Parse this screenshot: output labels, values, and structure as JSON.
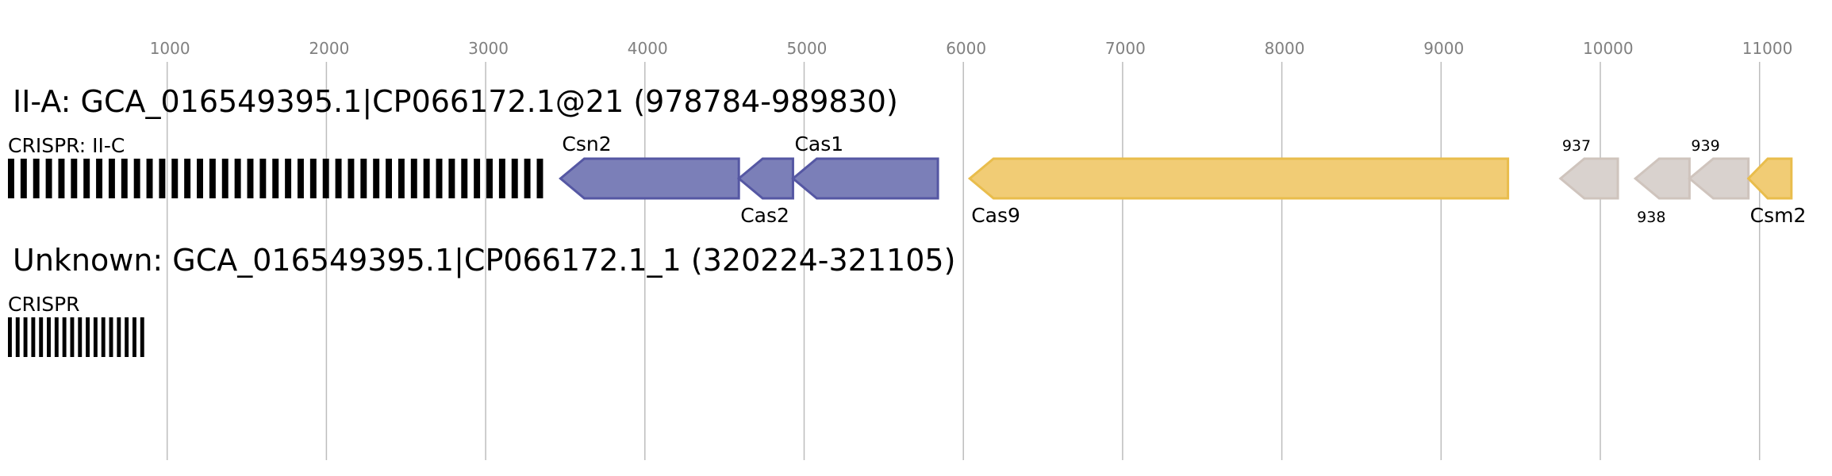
{
  "axis": {
    "ticks": [
      {
        "value": 1000,
        "label": "1000"
      },
      {
        "value": 2000,
        "label": "2000"
      },
      {
        "value": 3000,
        "label": "3000"
      },
      {
        "value": 4000,
        "label": "4000"
      },
      {
        "value": 5000,
        "label": "5000"
      },
      {
        "value": 6000,
        "label": "6000"
      },
      {
        "value": 7000,
        "label": "7000"
      },
      {
        "value": 8000,
        "label": "8000"
      },
      {
        "value": 9000,
        "label": "9000"
      },
      {
        "value": 10000,
        "label": "10000"
      },
      {
        "value": 11000,
        "label": "11000"
      }
    ]
  },
  "colors": {
    "purple_fill": "#7b7fb8",
    "purple_stroke": "#5557a3",
    "yellow_fill": "#f1cc75",
    "yellow_stroke": "#e9bd4c",
    "gray_fill": "#d9d2ce",
    "gray_stroke": "#cfc4bd",
    "grid": "#bdbdbd",
    "crispr": "#000000"
  },
  "loci": [
    {
      "title": "II-A: GCA_016549395.1|CP066172.1@21 (978784-989830)",
      "crispr": {
        "label": "CRISPR: II-C",
        "start": 0,
        "end": 3400,
        "repeats": 43
      },
      "genes": [
        {
          "name": "Csn2",
          "start": 3470,
          "end": 4590,
          "strand": "-",
          "color": "purple",
          "label_pos": "top",
          "label_size": "normal"
        },
        {
          "name": "Cas2",
          "start": 4590,
          "end": 4930,
          "strand": "-",
          "color": "purple",
          "label_pos": "bottom",
          "label_size": "normal"
        },
        {
          "name": "Cas1",
          "start": 4930,
          "end": 5840,
          "strand": "-",
          "color": "purple",
          "label_pos": "top",
          "label_size": "normal"
        },
        {
          "name": "Cas9",
          "start": 6040,
          "end": 9420,
          "strand": "-",
          "color": "yellow",
          "label_pos": "bottom",
          "label_size": "normal"
        },
        {
          "name": "937",
          "start": 9750,
          "end": 10110,
          "strand": "-",
          "color": "gray",
          "label_pos": "top",
          "label_size": "small"
        },
        {
          "name": "938",
          "start": 10220,
          "end": 10560,
          "strand": "-",
          "color": "gray",
          "label_pos": "bottom",
          "label_size": "small"
        },
        {
          "name": "939",
          "start": 10560,
          "end": 10930,
          "strand": "-",
          "color": "gray",
          "label_pos": "top",
          "label_size": "small"
        },
        {
          "name": "Csm2",
          "start": 10930,
          "end": 11200,
          "strand": "-",
          "color": "yellow",
          "label_pos": "bottom",
          "label_size": "normal"
        }
      ]
    },
    {
      "title": "Unknown: GCA_016549395.1|CP066172.1_1 (320224-321105)",
      "crispr": {
        "label": "CRISPR",
        "start": 0,
        "end": 880,
        "repeats": 18
      },
      "genes": []
    }
  ]
}
